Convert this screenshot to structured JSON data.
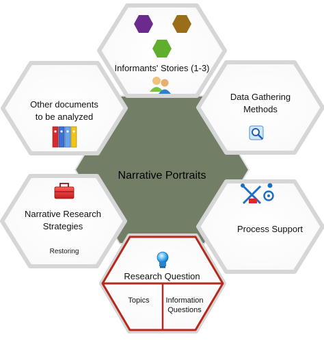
{
  "center": {
    "title": "Narrative Portraits"
  },
  "hexes": {
    "informants": {
      "label": "Informants' Stories (1-3)"
    },
    "other_documents": {
      "line1": "Other documents",
      "line2": "to be analyzed"
    },
    "data_gathering": {
      "line1": "Data Gathering",
      "line2": "Methods"
    },
    "strategies": {
      "line1": "Narrative Research",
      "line2": "Strategies",
      "sub": "Restoring"
    },
    "process_support": {
      "label": "Process Support"
    },
    "research_question": {
      "label": "Research Question",
      "left_cell": "Topics",
      "right_cell_line1": "Information",
      "right_cell_line2": "Questions"
    }
  },
  "colors": {
    "center_fill": "#727f66",
    "hex_border": "#d6d6d6",
    "research_outline": "#b52a1c",
    "purple": "#6b2b8e",
    "brown": "#9a6e18",
    "green": "#5fae2d"
  },
  "icons": [
    "hexagon-icon",
    "people-icon",
    "binders-icon",
    "magnifier-icon",
    "toolbox-icon",
    "tools-icon",
    "lightbulb-icon"
  ]
}
